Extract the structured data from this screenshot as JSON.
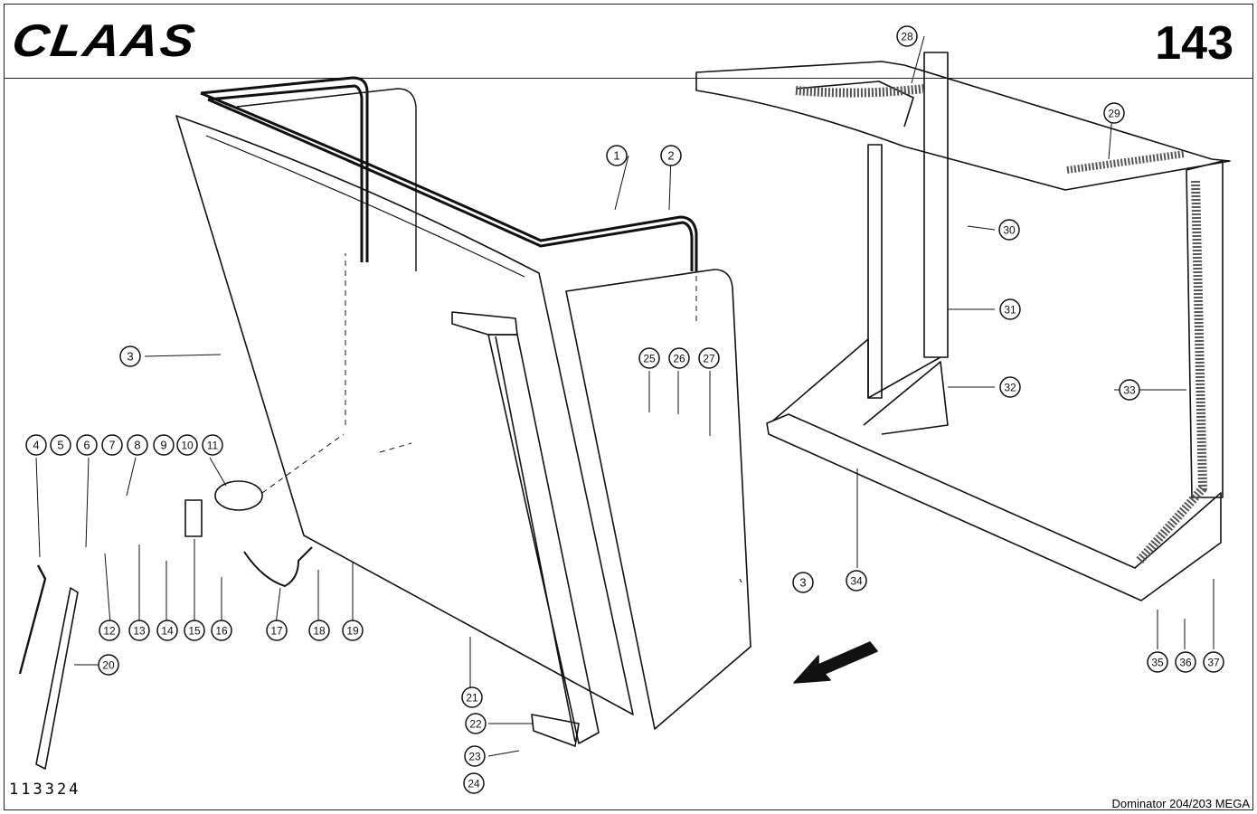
{
  "header": {
    "brand": "CLAAS",
    "page_number": "143"
  },
  "footer": {
    "drawing_number": "113324",
    "model": "Dominator 204/203 MEGA"
  },
  "callouts": [
    "1",
    "2",
    "3",
    "3",
    "4",
    "5",
    "6",
    "7",
    "8",
    "9",
    "10",
    "11",
    "12",
    "13",
    "14",
    "15",
    "16",
    "17",
    "18",
    "19",
    "20",
    "21",
    "22",
    "23",
    "24",
    "25",
    "26",
    "27",
    "28",
    "29",
    "30",
    "31",
    "32",
    "33",
    "34",
    "35",
    "36",
    "37"
  ]
}
